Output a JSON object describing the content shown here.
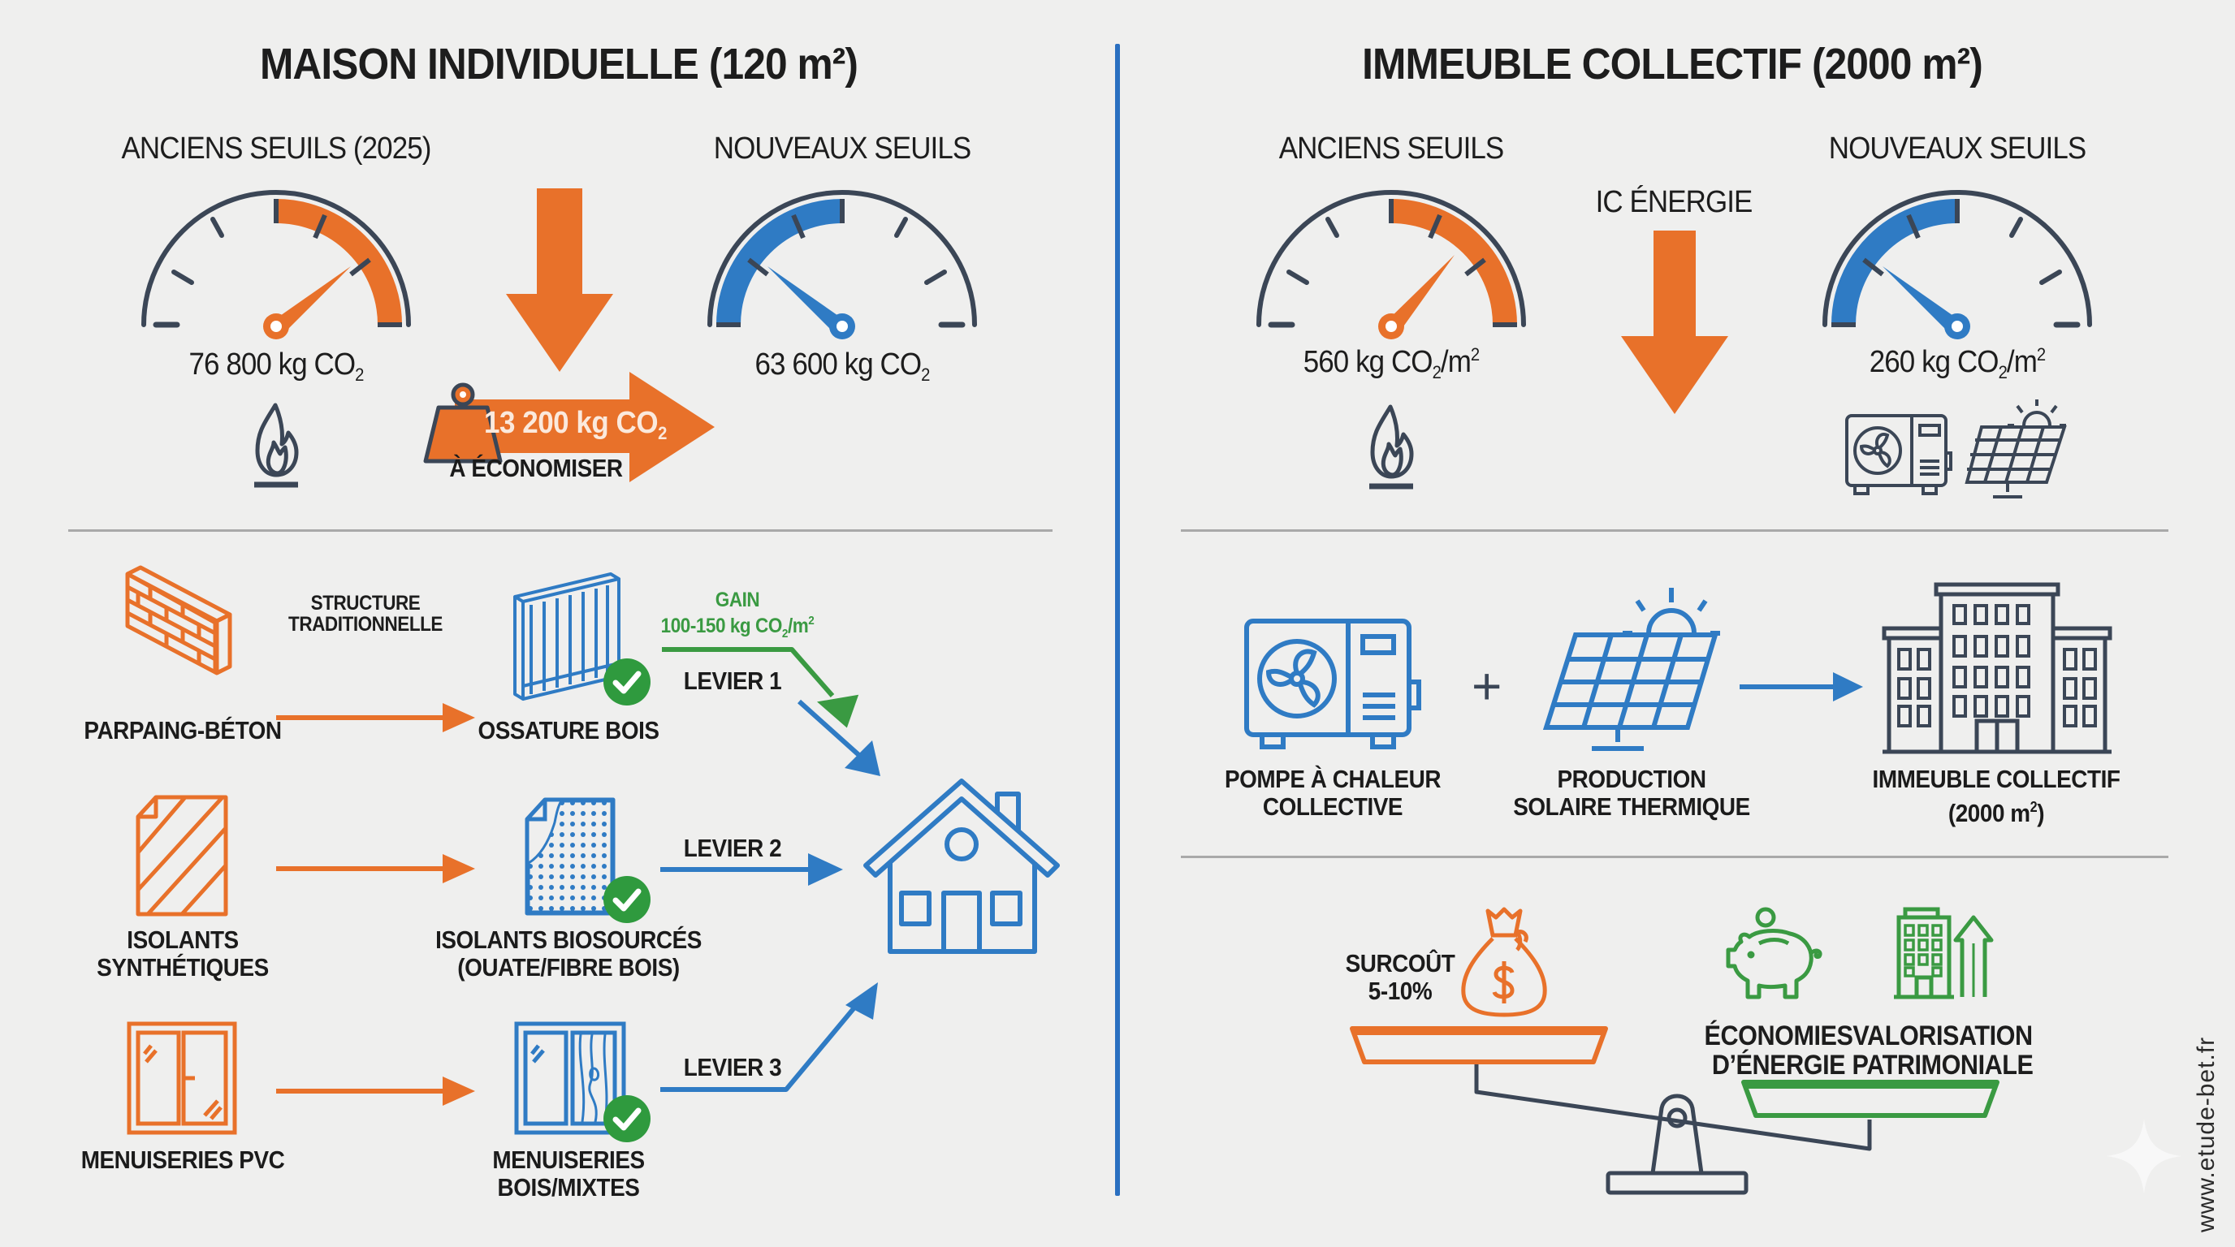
{
  "colors": {
    "background": "#efefee",
    "orange": "#e8712a",
    "blue": "#2f7bc4",
    "green": "#3a9a42",
    "dark": "#3b4656",
    "divider": "#a9a9a9",
    "vertical_divider": "#2a6fc0"
  },
  "left_panel": {
    "title": "MAISON INDIVIDUELLE (120 m²)",
    "old_label": "ANCIENS SEUILS (2025)",
    "new_label": "NOUVEAUX SEUILS",
    "old_gauge": {
      "value_main": "76 800 kg CO",
      "value_sub": "2",
      "color": "orange",
      "icon": "flame-icon"
    },
    "new_gauge": {
      "value_main": "63 600 kg CO",
      "value_sub": "2",
      "color": "blue"
    },
    "savings_badge": {
      "icon": "weight-icon",
      "value_main": "13 200 kg CO",
      "value_sub": "2",
      "caption": "À ÉCONOMISER"
    },
    "levers": [
      {
        "from_label": "PARPAING-BÉTON",
        "from_icon": "brick-wall-icon",
        "arrow_label_line1": "STRUCTURE",
        "arrow_label_line2": "TRADITIONNELLE",
        "to_label": "OSSATURE BOIS",
        "to_icon": "timber-frame-icon",
        "lever_label": "LEVIER 1",
        "gain_title": "GAIN",
        "gain_value_main": "100-150 kg CO",
        "gain_value_sub": "2",
        "gain_value_tail": "/m",
        "gain_value_sup": "2"
      },
      {
        "from_label_line1": "ISOLANTS",
        "from_label_line2": "SYNTHÉTIQUES",
        "from_icon": "synthetic-insulation-icon",
        "to_label_line1": "ISOLANTS BIOSOURCÉS",
        "to_label_line2": "(OUATE/FIBRE BOIS)",
        "to_icon": "biosourced-insulation-icon",
        "lever_label": "LEVIER 2"
      },
      {
        "from_label": "MENUISERIES PVC",
        "from_icon": "pvc-window-icon",
        "to_label_line1": "MENUISERIES",
        "to_label_line2": "BOIS/MIXTES",
        "to_icon": "wood-window-icon",
        "lever_label": "LEVIER 3"
      }
    ],
    "target_icon": "house-icon"
  },
  "right_panel": {
    "title": "IMMEUBLE COLLECTIF (2000 m²)",
    "old_label": "ANCIENS SEUILS",
    "new_label": "NOUVEAUX SEUILS",
    "center_label": "IC ÉNERGIE",
    "old_gauge": {
      "value_main": "560 kg CO",
      "value_sub": "2",
      "value_tail": "/m",
      "value_sup": "2",
      "icon": "flame-icon"
    },
    "new_gauge": {
      "value_main": "260 kg CO",
      "value_sub": "2",
      "value_tail": "/m",
      "value_sup": "2",
      "icons": [
        "heat-pump-icon",
        "solar-panel-icon"
      ]
    },
    "solution": {
      "plus": "+",
      "pac_line1": "POMPE À CHALEUR",
      "pac_line2": "COLLECTIVE",
      "solar_line1": "PRODUCTION",
      "solar_line2": "SOLAIRE THERMIQUE",
      "building_line1": "IMMEUBLE COLLECTIF",
      "building_line2_main": "(2000 m",
      "building_line2_sup": "2",
      "building_line2_tail": ")"
    },
    "balance": {
      "cost_line1": "SURCOÛT",
      "cost_line2": "5-10%",
      "benefit1_line1": "ÉCONOMIES",
      "benefit1_line2": "D’ÉNERGIE",
      "benefit2_line1": "VALORISATION",
      "benefit2_line2": "PATRIMONIALE"
    }
  },
  "watermark": "www.etude-bet.fr"
}
